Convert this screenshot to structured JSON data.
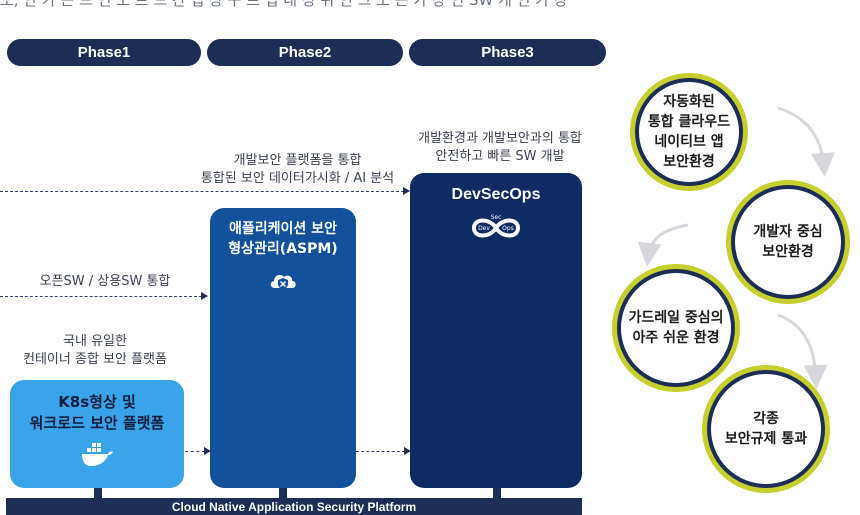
{
  "top_caption": "또, 안 가 는 드 인 도 트 드 간 섭 상 구 프 섭 내 상 위 인 그 도 는 가 장 인 SW 개 인 가 장",
  "phases": [
    "Phase1",
    "Phase2",
    "Phase3"
  ],
  "notes": {
    "devsecops_note_line1": "개발환경과 개발보안과의 통합",
    "devsecops_note_line2": "안전하고 빠른 SW 개발",
    "aspm_note_line1": "개발보안 플랫폼을 통합",
    "aspm_note_line2": "통합된 보안 데이터가시화 / AI 분석",
    "oss_note": "오픈SW / 상용SW 통합",
    "k8s_note_line1": "국내 유일한",
    "k8s_note_line2": "컨테이너 종합 보안 플랫폼"
  },
  "pillars": {
    "k8s_line1": "K8s형상 및",
    "k8s_line2": "워크로드 보안 플랫폼",
    "aspm_line1": "애플리케이션 보안",
    "aspm_line2": "형상관리(ASPM)",
    "devsecops": "DevSecOps",
    "devsecops_icon_sec": "Sec",
    "devsecops_icon_dev": "Dev",
    "devsecops_icon_ops": "Ops"
  },
  "platform_bar": "Cloud Native Application Security Platform",
  "benefits": [
    {
      "line1": "자동화된",
      "line2": "통합 클라우드",
      "line3": "네이티브 앱",
      "line4": "보안환경"
    },
    {
      "line1": "개발자 중심",
      "line2": "보안환경"
    },
    {
      "line1": "가드레일 중심의",
      "line2": "아주 쉬운 환경"
    },
    {
      "line1": "각종",
      "line2": "보안규제 통과"
    }
  ],
  "colors": {
    "navy": "#1c2d56",
    "devsecops_blue": "#102a64",
    "aspm_blue": "#12509a",
    "k8s_blue": "#3aa4ea",
    "ring_lime": "#c7cf2f"
  }
}
